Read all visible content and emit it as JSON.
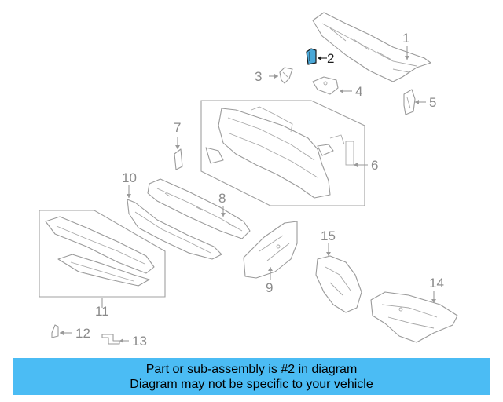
{
  "diagram": {
    "callouts": {
      "c1": "1",
      "c2": "2",
      "c3": "3",
      "c4": "4",
      "c5": "5",
      "c6": "6",
      "c7": "7",
      "c8": "8",
      "c9": "9",
      "c10": "10",
      "c11": "11",
      "c12": "12",
      "c13": "13",
      "c14": "14",
      "c15": "15"
    },
    "highlighted_part": "2"
  },
  "banner": {
    "line1": "Part or sub-assembly is #2 in diagram",
    "line2": "Diagram may not be specific to your vehicle",
    "color": "#4bbcf4"
  },
  "colors": {
    "highlight_fill": "#4aa8d8",
    "line_gray": "#9a9a9a",
    "text_gray": "#8a8a8a"
  }
}
